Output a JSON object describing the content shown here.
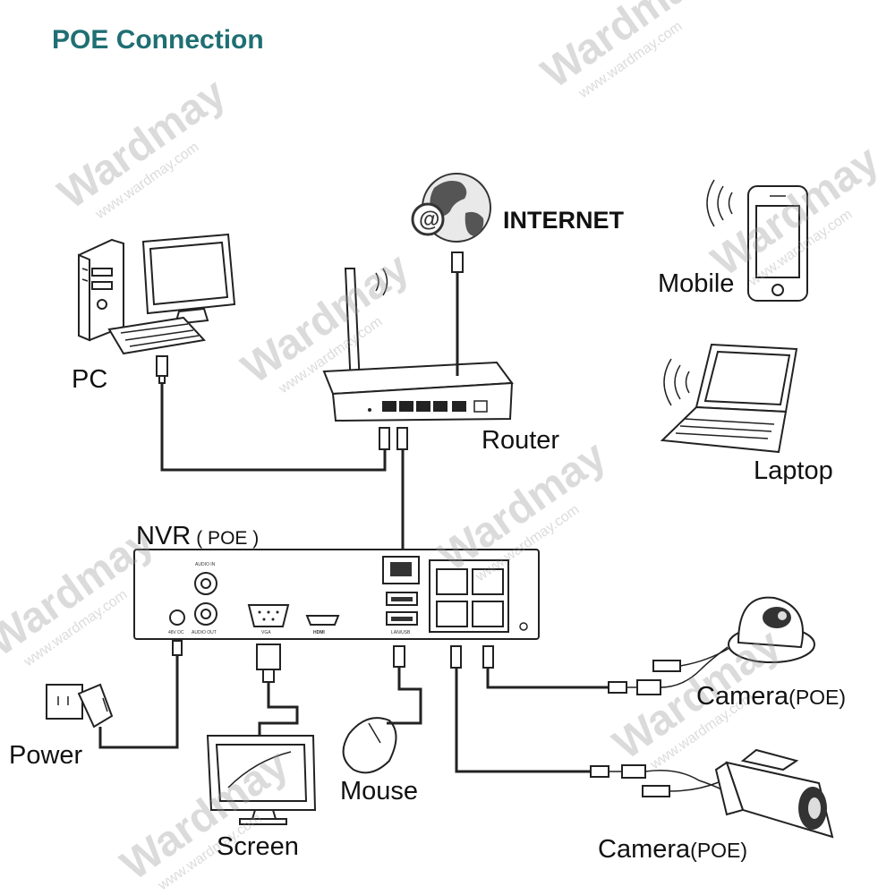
{
  "title": "POE Connection",
  "labels": {
    "internet": "INTERNET",
    "pc": "PC",
    "router": "Router",
    "mobile": "Mobile",
    "laptop": "Laptop",
    "nvr": "NVR",
    "nvr_sub": "( POE )",
    "power": "Power",
    "screen": "Screen",
    "mouse": "Mouse",
    "camera1": "Camera",
    "camera1_sub": "(POE)",
    "camera2": "Camera",
    "camera2_sub": "(POE)"
  },
  "nvr_ports": {
    "audio_in": "AUDIO IN",
    "audio_out": "AUDIO OUT",
    "power": "48V DC",
    "vga": "VGA",
    "hdmi": "HDMI",
    "lan_usb": "LAN/USB"
  },
  "watermark": {
    "brand": "Wardmay",
    "url": "www.wardmay.com"
  }
}
